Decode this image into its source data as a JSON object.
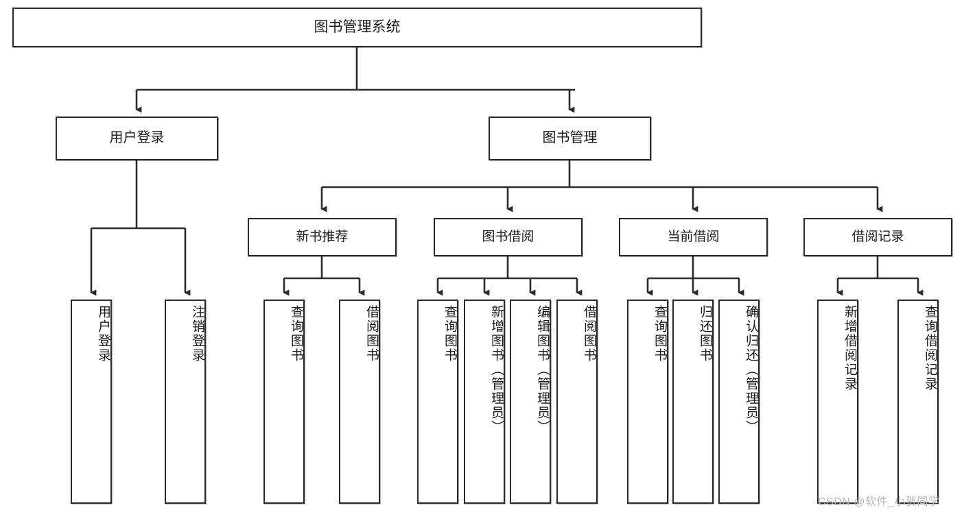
{
  "diagram": {
    "title": "图书管理系统",
    "type": "tree",
    "watermark": "CSDN @软件_小贺同学",
    "colors": {
      "background": "#ffffff",
      "node_fill": "#ffffff",
      "node_border": "#2b2b2b",
      "edge": "#2b2b2b",
      "text": "#1b1b1b",
      "watermark": "#b9b9b9"
    },
    "nodes": {
      "root": {
        "label": "图书管理系统"
      },
      "level1": [
        {
          "id": "user-login",
          "label": "用户登录"
        },
        {
          "id": "book-manage",
          "label": "图书管理"
        }
      ],
      "level2": [
        {
          "id": "new-book-recommend",
          "label": "新书推荐"
        },
        {
          "id": "book-borrow",
          "label": "图书借阅"
        },
        {
          "id": "current-borrow",
          "label": "当前借阅"
        },
        {
          "id": "borrow-record",
          "label": "借阅记录"
        }
      ],
      "leaves": [
        {
          "id": "leaf-user-login",
          "parent": "user-login",
          "label": "用户登录"
        },
        {
          "id": "leaf-logout-login",
          "parent": "user-login",
          "label": "注销登录"
        },
        {
          "id": "leaf-query-book-1",
          "parent": "new-book-recommend",
          "label": "查询图书"
        },
        {
          "id": "leaf-borrow-book-1",
          "parent": "new-book-recommend",
          "label": "借阅图书"
        },
        {
          "id": "leaf-query-book-2",
          "parent": "book-borrow",
          "label": "查询图书"
        },
        {
          "id": "leaf-add-book",
          "parent": "book-borrow",
          "label": "新增图书（管理员）"
        },
        {
          "id": "leaf-edit-book",
          "parent": "book-borrow",
          "label": "编辑图书（管理员）"
        },
        {
          "id": "leaf-borrow-book-2",
          "parent": "book-borrow",
          "label": "借阅图书"
        },
        {
          "id": "leaf-query-book-3",
          "parent": "current-borrow",
          "label": "查询图书"
        },
        {
          "id": "leaf-return-book",
          "parent": "current-borrow",
          "label": "归还图书"
        },
        {
          "id": "leaf-confirm-return",
          "parent": "current-borrow",
          "label": "确认归还（管理员）"
        },
        {
          "id": "leaf-add-record",
          "parent": "borrow-record",
          "label": "新增借阅记录"
        },
        {
          "id": "leaf-query-record",
          "parent": "borrow-record",
          "label": "查询借阅记录"
        }
      ]
    }
  }
}
